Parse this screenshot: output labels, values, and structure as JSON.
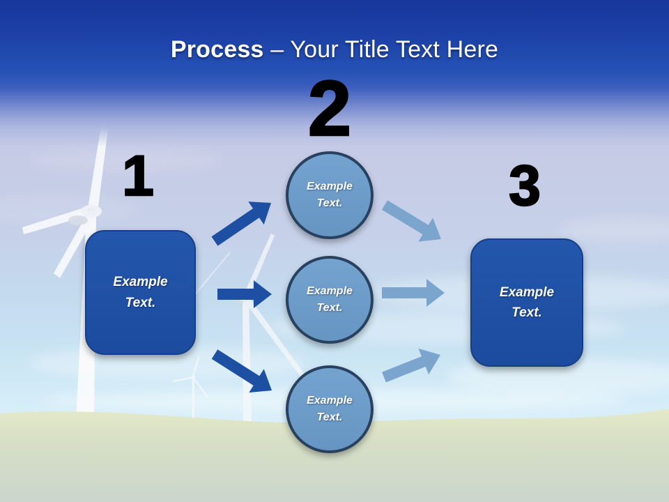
{
  "title": {
    "emphasis": "Process",
    "rest": "– Your Title Text Here"
  },
  "steps": {
    "one": {
      "number": "1",
      "label": "Example\nText."
    },
    "two": {
      "number": "2",
      "circles": [
        {
          "label": "Example\nText."
        },
        {
          "label": "Example\nText."
        },
        {
          "label": "Example\nText."
        }
      ]
    },
    "three": {
      "number": "3",
      "label": "Example\nText."
    }
  },
  "connectors": {
    "left_style": "dark-blue",
    "right_style": "light-blue",
    "left": [
      "arrow-up-right",
      "arrow-right",
      "arrow-down-right"
    ],
    "right": [
      "arrow-down-right",
      "arrow-right",
      "arrow-up-right"
    ]
  },
  "background": "photo of wind turbines on a grassy hill under a blue sky",
  "colors": {
    "header_blue": "#1c41a7",
    "box_fill": "#1d50a3",
    "box_border": "#153e86",
    "circle_fill": "#6d9dcb",
    "circle_border": "#27415f",
    "arrow_dark": "#1d4fa3",
    "arrow_light": "#7ca5ce",
    "number": "#000000",
    "title_text": "#ffffff",
    "label_text": "#ffffff",
    "grass": "#dde4c4",
    "sky": "#c6d1e9"
  }
}
